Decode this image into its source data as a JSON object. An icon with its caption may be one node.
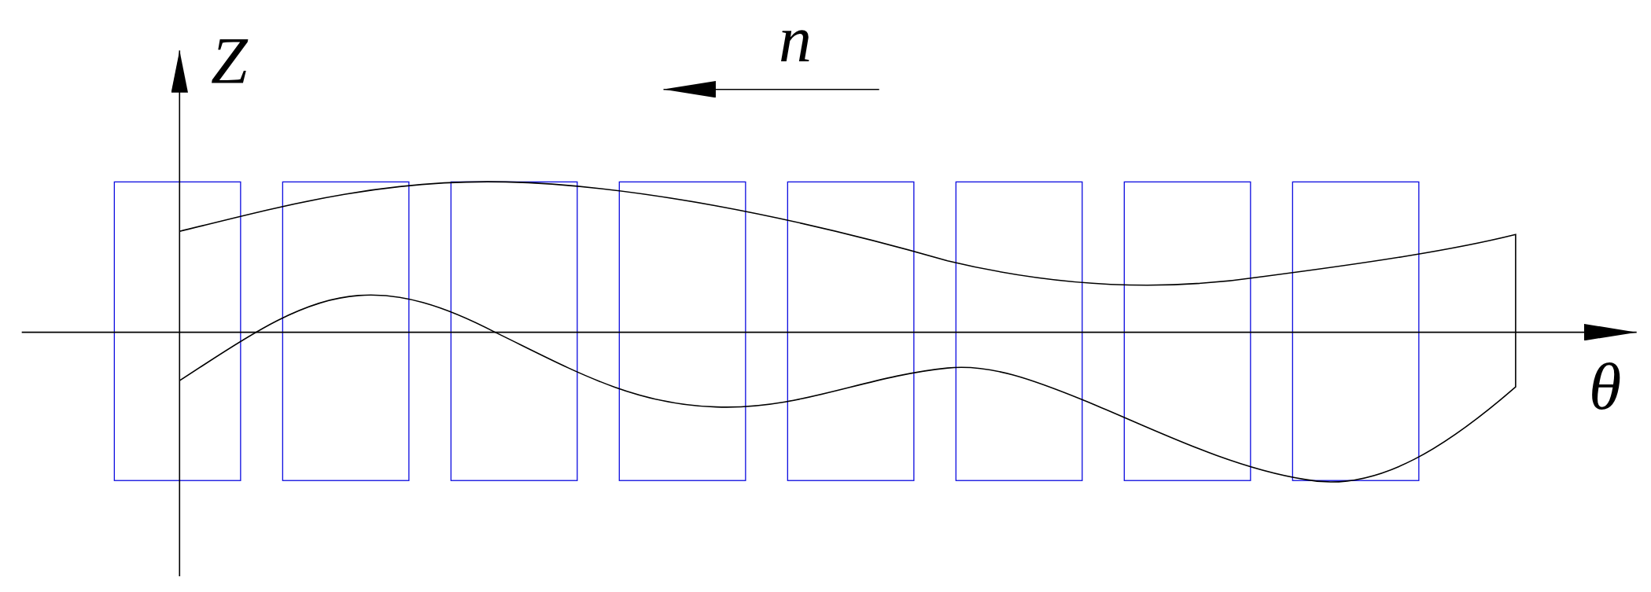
{
  "diagram": {
    "labels": [
      "n",
      "Z",
      "θ"
    ]
  }
}
